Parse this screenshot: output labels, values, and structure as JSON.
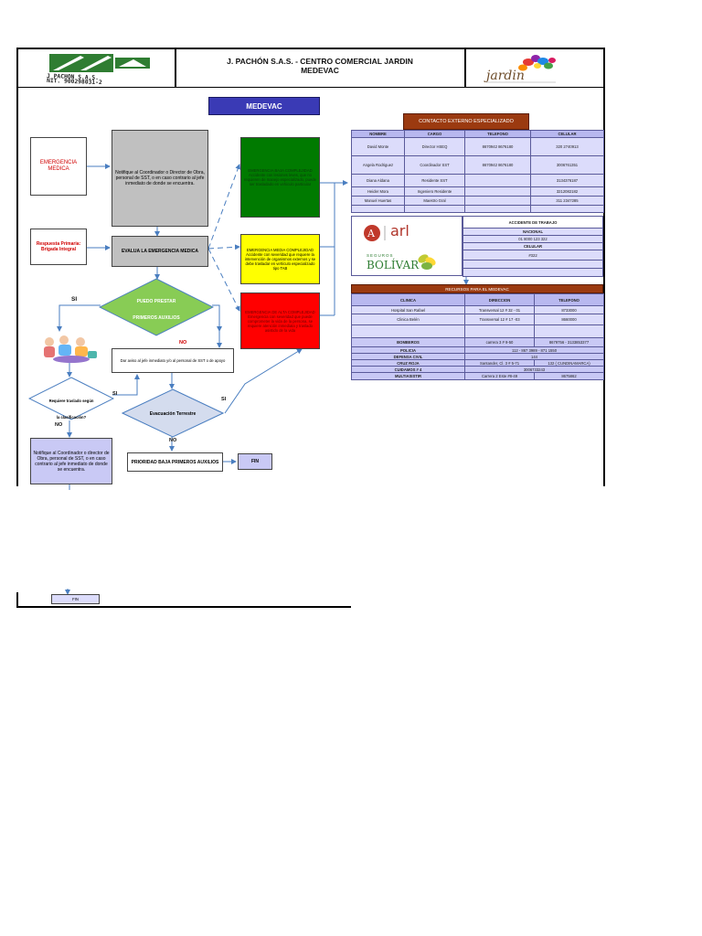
{
  "header": {
    "company_logo_text": "J. PACHON S.A.S. NIT. 900298031-2",
    "title_line1": "J. PACHÓN S.A.S. - CENTRO COMERCIAL JARDIN",
    "title_line2": "MEDEVAC",
    "jardin_logo_text": "Jardin"
  },
  "flow": {
    "medevac_title": "MEDEVAC",
    "emergencia_medica": "EMERGENCIA MEDICA",
    "notify_top": "Notifique al Coordinador o Director de Obra, personal de SST, o en caso contrario al jefe inmediato de donde se encuentra.",
    "respuesta_primaria": "Respuesta Primaria: Brigada Integral",
    "evalua": "EVALUA LA EMERGENCIA MEDICA",
    "green_box": "EMERGENCIA BAJA COMPLEJIDAD Accidente con lesiones leves, que no requieren de manejo especializado, puede ser trasladado en vehiculo particular",
    "yellow_box": "EMERGENCIA MEDIA COMPLEJIDAD Accidente con severidad que requiere la intervención de organismos externos y se debe trasladar en vehículo especializado tipo TAB",
    "red_box": "EMERGENCIA DE ALTA COMPLEJIDAD Emergencia con severidad que puede comprometer la vida de la persona, se requiere atención inmediata y traslado asistido de la vida",
    "puedo_prestar": "PUEDO PRESTAR PRIMEROS AUXILIOS",
    "si_left": "SI",
    "no_right": "NO",
    "de_aviso": "Dar aviso al jefe inmediato y/o al personal de SST o de apoyo",
    "requiere_traslado": "Requiere traslado según la clasificación?",
    "si_traslado": "SI",
    "no_traslado": "NO",
    "evacuacion": "Evacuación Terrestre",
    "si_evac": "SI",
    "no_evac": "NO",
    "prioridad": "PRIORIDAD BAJA PRIMEROS AUXILIOS",
    "fin_1": "FIN",
    "notify_bottom": "Notifique al Coordinador o director de Obra, personal de SST, o en caso contrario al jefe inmediato de donde se encuentra.",
    "fin_2": "FIN"
  },
  "contact": {
    "title": "CONTACTO EXTERNO ESPECIALIZADO",
    "headers": [
      "NOMBRE",
      "CARGO",
      "TELEFONO",
      "CELULAR"
    ],
    "rows": [
      [
        "David Monte",
        "Director HSEQ",
        "8670942 8676180",
        "320 2740913"
      ],
      [
        "Angela Rodriguez",
        "Coordinador SST",
        "8670942 8676180",
        "3006761351"
      ],
      [
        "Diana Aldana",
        "Residente SST",
        "",
        "3134376187"
      ],
      [
        "Heider Mora",
        "Ingeniero Residente",
        "",
        "3212082182"
      ],
      [
        "Manuel Huertas",
        "Maestro Gral",
        "",
        "311 2347285"
      ]
    ]
  },
  "arl": {
    "arl_text": "arl",
    "seguros_text": "SEGUROS",
    "bolivar_text": "BOLÍVAR",
    "accidente_title": "ACCIDENTE DE TRABAJO",
    "nacional": "NACIONAL",
    "nacional_phone": "01 8000 123 322",
    "celular": "CELULAR",
    "celular_phone": "#322"
  },
  "recursos": {
    "title": "RECURSOS PARA EL MEDEVAC",
    "headers": [
      "CLINICA",
      "DIRECCION",
      "TELEFONO"
    ],
    "rows": [
      [
        "Hospital San Rafael",
        "Transversal 12 # 32 - 01",
        "8733000"
      ],
      [
        "Clinica Belén",
        "Transversal 12 # 17 -03",
        "8660000"
      ]
    ],
    "services": [
      [
        "BOMBEROS",
        "carrera 3 # 9-50",
        "8679756 - 3133853377"
      ],
      [
        "POLICIA",
        "112 - 867 3989 - 871 1550",
        ""
      ],
      [
        "DEFENSA CIVIL",
        "144",
        ""
      ],
      [
        "CRUZ ROJA",
        "Santander, Cl. 3 # 5-71",
        "132 ( CUNDINAMARCA)"
      ],
      [
        "CUIDAMOS # 4",
        "3006733243",
        ""
      ],
      [
        "MULTIASISTIR",
        "Carrera 2 Este #8-49",
        "8675862"
      ]
    ]
  },
  "colors": {
    "medevac_bg": "#3a3ab5",
    "lavender": "#c9c9f5",
    "green": "#007a00",
    "yellow": "#ffff00",
    "red": "#ff0000",
    "diamond_green": "#88cc55",
    "diamond_blue": "#d4dcee",
    "brown": "#9b3a10"
  }
}
